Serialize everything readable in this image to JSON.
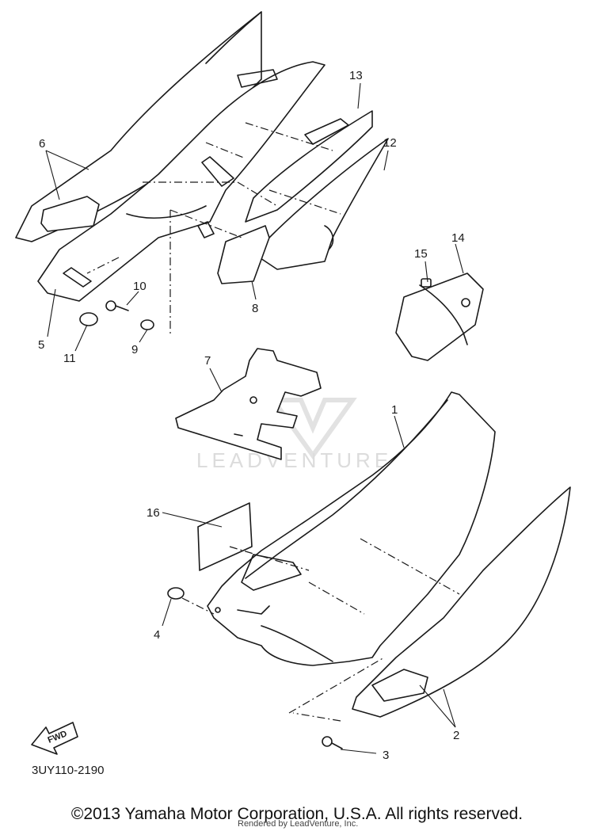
{
  "diagram": {
    "callouts": [
      "1",
      "2",
      "3",
      "4",
      "5",
      "6",
      "7",
      "8",
      "9",
      "10",
      "11",
      "12",
      "13",
      "14",
      "15",
      "16"
    ],
    "direction_label": "FWD",
    "watermark": "LEADVENTURE",
    "diagram_code": "3UY110-2190"
  },
  "footer": {
    "copyright": "©2013 Yamaha Motor Corporation, U.S.A. All rights reserved.",
    "rendered_by": "Rendered by LeadVenture, Inc."
  }
}
